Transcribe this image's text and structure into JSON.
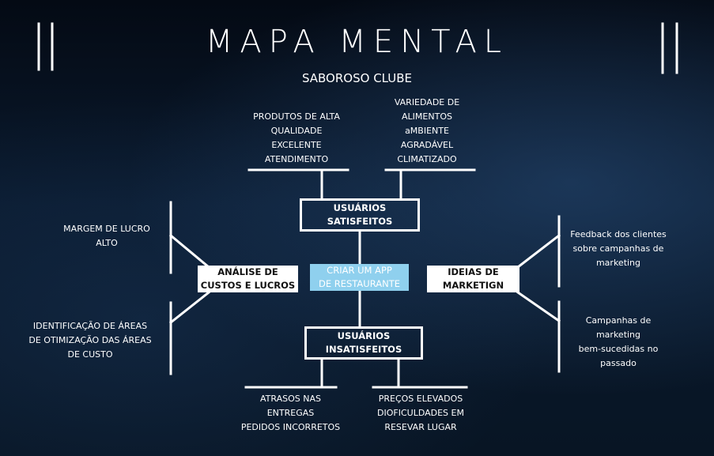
{
  "title": "MAPA MENTAL",
  "subtitle": "SABOROSO CLUBE",
  "center": {
    "line1": "CRIAR UM APP",
    "line2": "DE RESTAURANTE"
  },
  "branches": {
    "satisfied": {
      "line1": "USUÁRIOS",
      "line2": "SATISFEITOS"
    },
    "unsatisfied": {
      "line1": "USUÁRIOS",
      "line2": "INSATISFEITOS"
    },
    "costs": {
      "line1": "ANÁLISE DE",
      "line2": "CUSTOS E LUCROS"
    },
    "marketing": {
      "line1": "IDEIAS DE",
      "line2": "MARKETIGN"
    }
  },
  "leaves": {
    "quality": [
      "PRODUTOS DE ALTA",
      "QUALIDADE",
      "EXCELENTE",
      "ATENDIMENTO"
    ],
    "variety": [
      "VARIEDADE DE",
      "ALIMENTOS",
      "aMBIENTE",
      "AGRADÁVEL",
      "CLIMATIZADO"
    ],
    "delays": [
      "ATRASOS NAS",
      "ENTREGAS",
      "PEDIDOS INCORRETOS"
    ],
    "prices": [
      "PREÇOS ELEVADOS",
      "DIOFICULDADES EM",
      "RESEVAR LUGAR"
    ],
    "margin": [
      "MARGEM DE LUCRO",
      "ALTO"
    ],
    "identify": [
      "IDENTIFICAÇÃO DE ÁREAS",
      "DE OTIMIZAÇÃO DAS ÁREAS",
      "DE CUSTO"
    ],
    "feedback": [
      "Feedback dos clientes",
      "sobre campanhas de",
      "marketing"
    ],
    "campaigns": [
      "Campanhas de",
      "marketing",
      "bem-sucedidas no",
      "passado"
    ]
  },
  "colors": {
    "accent_box": "#8fd0ee",
    "line": "#ffffff",
    "background": "#071322"
  }
}
